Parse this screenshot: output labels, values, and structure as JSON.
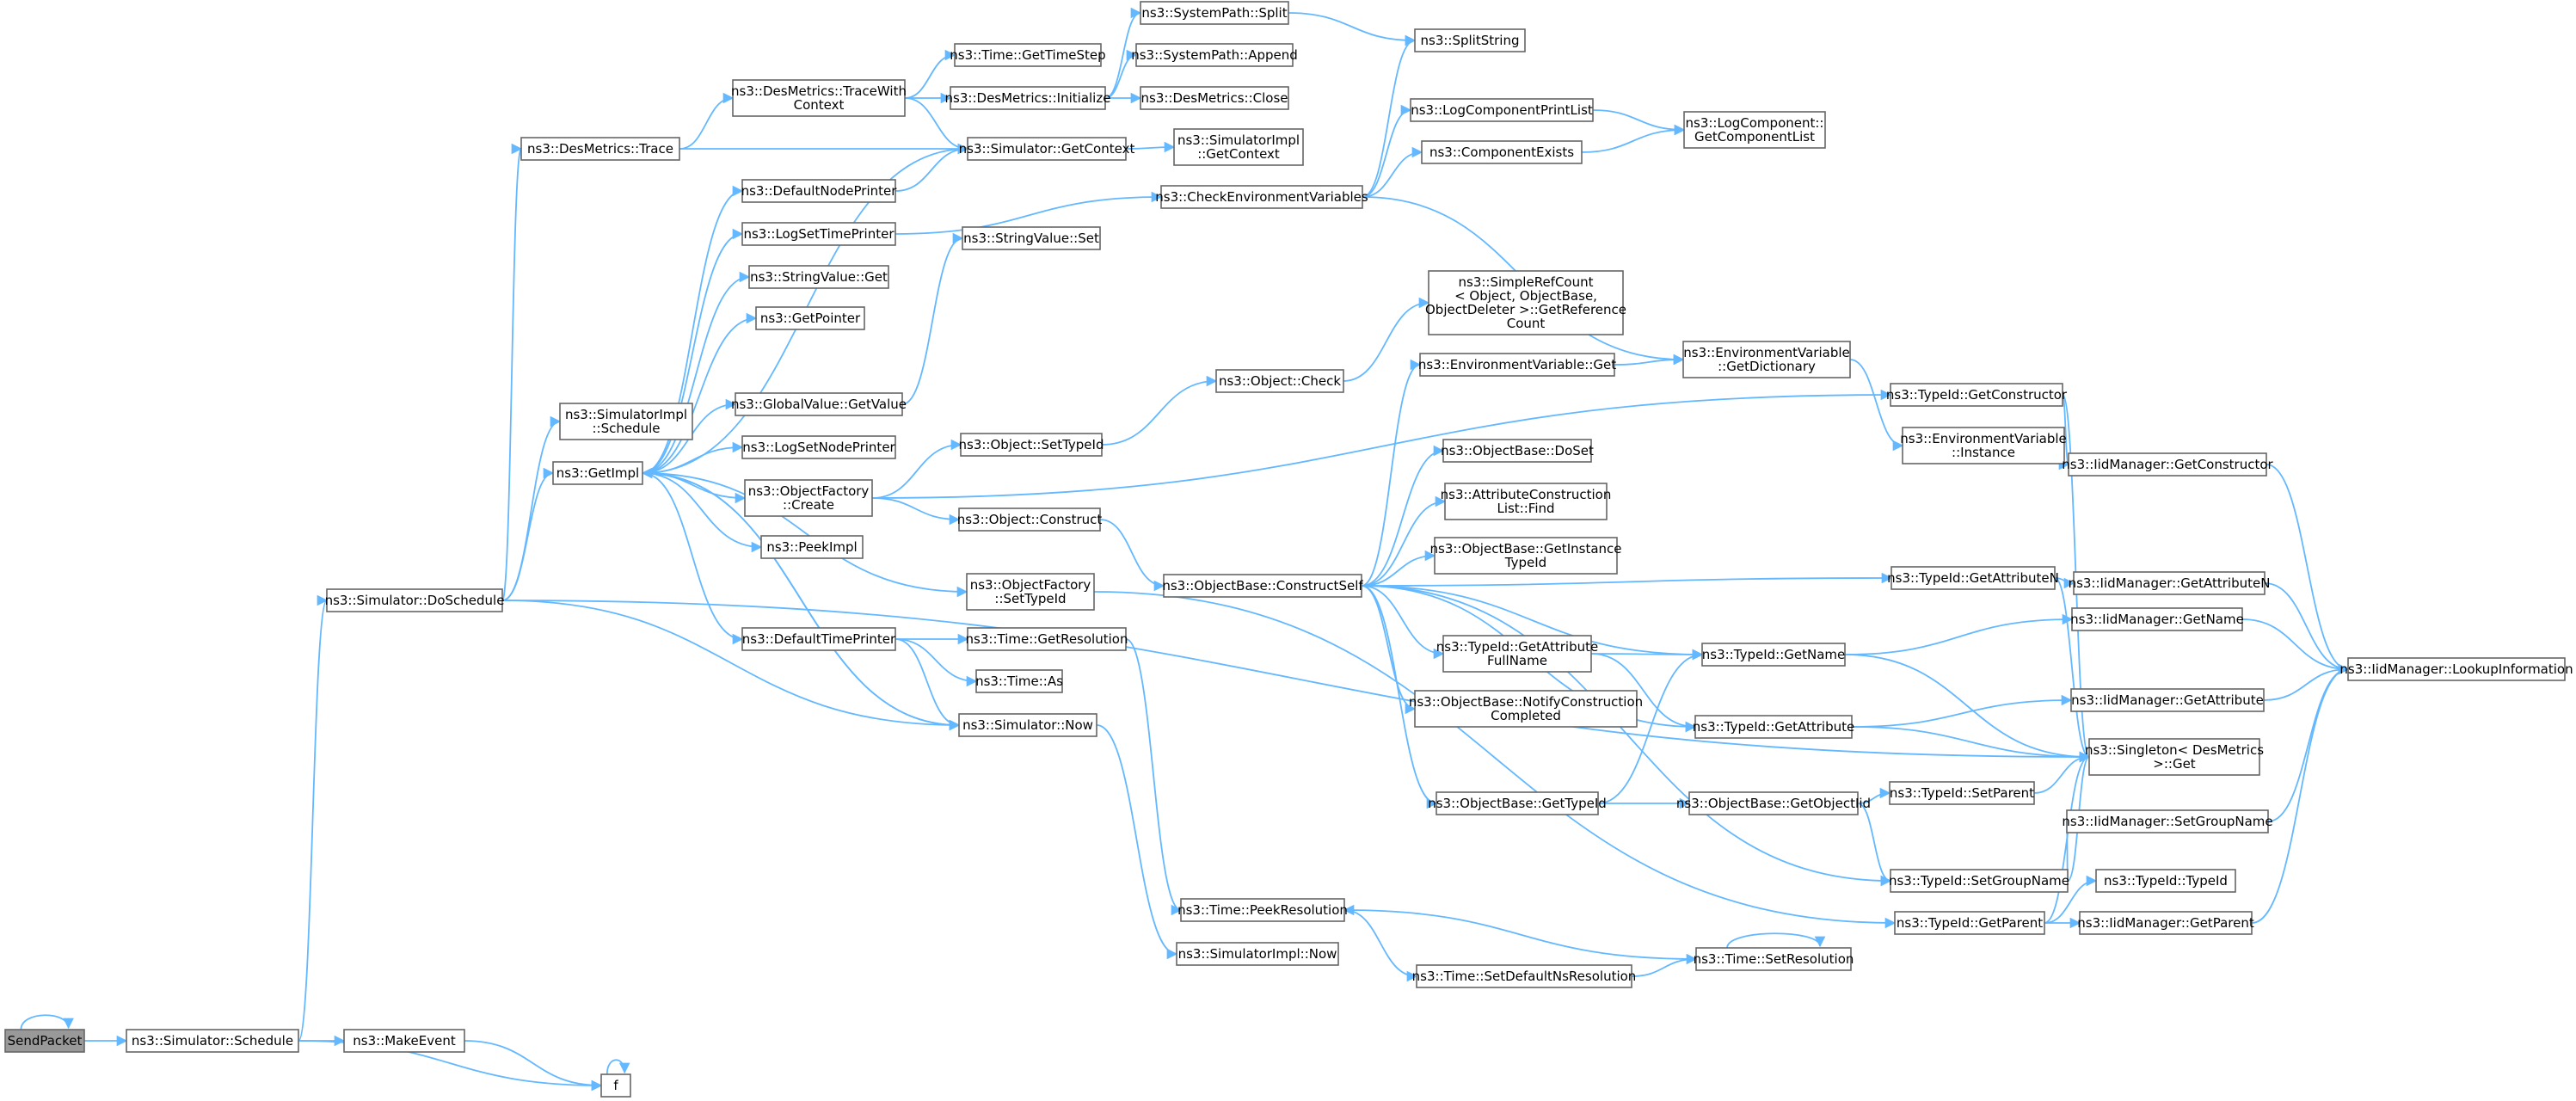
{
  "colors": {
    "edge": "#63b8ff",
    "node_fill": "#ffffff",
    "node_border": "#666666",
    "root_fill": "#999999",
    "root_border": "#666666",
    "highlight_border": "#ff0000"
  },
  "nodes": [
    {
      "id": "sendpacket",
      "lines": [
        "SendPacket"
      ],
      "style": "root"
    },
    {
      "id": "sim_schedule",
      "lines": [
        "ns3::Simulator::Schedule"
      ]
    },
    {
      "id": "makeevent",
      "lines": [
        "ns3::MakeEvent"
      ]
    },
    {
      "id": "f",
      "lines": [
        "f"
      ]
    },
    {
      "id": "sim_doschedule",
      "lines": [
        "ns3::Simulator::DoSchedule"
      ]
    },
    {
      "id": "desmetrics_trace",
      "lines": [
        "ns3::DesMetrics::Trace"
      ]
    },
    {
      "id": "simimpl_schedule",
      "lines": [
        "ns3::SimulatorImpl",
        "::Schedule"
      ]
    },
    {
      "id": "getimpl",
      "lines": [
        "ns3::GetImpl"
      ]
    },
    {
      "id": "desmetrics_tracewith",
      "lines": [
        "ns3::DesMetrics::TraceWith",
        "Context"
      ]
    },
    {
      "id": "defaultnodeprinter",
      "lines": [
        "ns3::DefaultNodePrinter"
      ]
    },
    {
      "id": "logsettimeprinter",
      "lines": [
        "ns3::LogSetTimePrinter"
      ]
    },
    {
      "id": "stringvalue_get",
      "lines": [
        "ns3::StringValue::Get"
      ]
    },
    {
      "id": "getpointer",
      "lines": [
        "ns3::GetPointer"
      ]
    },
    {
      "id": "globalvalue_getvalue",
      "lines": [
        "ns3::GlobalValue::GetValue"
      ]
    },
    {
      "id": "logsetnodeprinter",
      "lines": [
        "ns3::LogSetNodePrinter"
      ]
    },
    {
      "id": "objectfactory_create",
      "lines": [
        "ns3::ObjectFactory",
        "::Create"
      ]
    },
    {
      "id": "peekimpl",
      "lines": [
        "ns3::PeekImpl"
      ]
    },
    {
      "id": "defaulttimeprinter",
      "lines": [
        "ns3::DefaultTimePrinter"
      ]
    },
    {
      "id": "time_gettimestep",
      "lines": [
        "ns3::Time::GetTimeStep"
      ]
    },
    {
      "id": "desmetrics_initialize",
      "lines": [
        "ns3::DesMetrics::Initialize"
      ]
    },
    {
      "id": "sim_getcontext",
      "lines": [
        "ns3::Simulator::GetContext"
      ]
    },
    {
      "id": "stringvalue_set",
      "lines": [
        "ns3::StringValue::Set"
      ]
    },
    {
      "id": "object_settypeid",
      "lines": [
        "ns3::Object::SetTypeId"
      ]
    },
    {
      "id": "object_construct",
      "lines": [
        "ns3::Object::Construct"
      ]
    },
    {
      "id": "objectfactory_settypeid",
      "lines": [
        "ns3::ObjectFactory",
        "::SetTypeId"
      ]
    },
    {
      "id": "time_getresolution",
      "lines": [
        "ns3::Time::GetResolution"
      ]
    },
    {
      "id": "time_as",
      "lines": [
        "ns3::Time::As"
      ]
    },
    {
      "id": "sim_now",
      "lines": [
        "ns3::Simulator::Now"
      ]
    },
    {
      "id": "systempath_split",
      "lines": [
        "ns3::SystemPath::Split"
      ]
    },
    {
      "id": "systempath_append",
      "lines": [
        "ns3::SystemPath::Append"
      ]
    },
    {
      "id": "desmetrics_close",
      "lines": [
        "ns3::DesMetrics::Close"
      ]
    },
    {
      "id": "simimpl_getcontext",
      "lines": [
        "ns3::SimulatorImpl",
        "::GetContext"
      ]
    },
    {
      "id": "checkenv",
      "lines": [
        "ns3::CheckEnvironmentVariables"
      ]
    },
    {
      "id": "object_check",
      "lines": [
        "ns3::Object::Check"
      ]
    },
    {
      "id": "objectbase_constructself",
      "lines": [
        "ns3::ObjectBase::ConstructSelf"
      ]
    },
    {
      "id": "time_peekresolution",
      "lines": [
        "ns3::Time::PeekResolution"
      ]
    },
    {
      "id": "simimpl_now",
      "lines": [
        "ns3::SimulatorImpl::Now"
      ]
    },
    {
      "id": "splitstring",
      "lines": [
        "ns3::SplitString"
      ]
    },
    {
      "id": "logcomponentprintlist",
      "lines": [
        "ns3::LogComponentPrintList"
      ]
    },
    {
      "id": "componentexists",
      "lines": [
        "ns3::ComponentExists"
      ]
    },
    {
      "id": "simplerefcount",
      "lines": [
        "ns3::SimpleRefCount",
        "< Object, ObjectBase,",
        "ObjectDeleter >::GetReference",
        "Count"
      ]
    },
    {
      "id": "envvar_get",
      "lines": [
        "ns3::EnvironmentVariable::Get"
      ]
    },
    {
      "id": "objectbase_doset",
      "lines": [
        "ns3::ObjectBase::DoSet"
      ]
    },
    {
      "id": "attrconstruction_find",
      "lines": [
        "ns3::AttributeConstruction",
        "List::Find"
      ]
    },
    {
      "id": "objectbase_getinstancetypeid",
      "lines": [
        "ns3::ObjectBase::GetInstance",
        "TypeId"
      ]
    },
    {
      "id": "typeid_getattributefullname",
      "lines": [
        "ns3::TypeId::GetAttribute",
        "FullName"
      ]
    },
    {
      "id": "objectbase_notifyconstruction",
      "lines": [
        "ns3::ObjectBase::NotifyConstruction",
        "Completed"
      ]
    },
    {
      "id": "objectbase_gettypeid",
      "lines": [
        "ns3::ObjectBase::GetTypeId"
      ]
    },
    {
      "id": "time_setdefaultnsres",
      "lines": [
        "ns3::Time::SetDefaultNsResolution"
      ]
    },
    {
      "id": "logcomponent_getcomponentlist",
      "lines": [
        "ns3::LogComponent::",
        "GetComponentList"
      ]
    },
    {
      "id": "envvar_getdictionary",
      "lines": [
        "ns3::EnvironmentVariable",
        "::GetDictionary"
      ]
    },
    {
      "id": "typeid_getname",
      "lines": [
        "ns3::TypeId::GetName"
      ]
    },
    {
      "id": "typeid_getattribute",
      "lines": [
        "ns3::TypeId::GetAttribute"
      ]
    },
    {
      "id": "objectbase_getobjectiid",
      "lines": [
        "ns3::ObjectBase::GetObjectIid"
      ]
    },
    {
      "id": "time_setresolution",
      "lines": [
        "ns3::Time::SetResolution"
      ]
    },
    {
      "id": "typeid_getconstructor",
      "lines": [
        "ns3::TypeId::GetConstructor"
      ]
    },
    {
      "id": "envvar_instance",
      "lines": [
        "ns3::EnvironmentVariable",
        "::Instance"
      ]
    },
    {
      "id": "typeid_getattributen",
      "lines": [
        "ns3::TypeId::GetAttributeN"
      ]
    },
    {
      "id": "typeid_setparent",
      "lines": [
        "ns3::TypeId::SetParent"
      ],
      "style": "highlight"
    },
    {
      "id": "typeid_setgroupname",
      "lines": [
        "ns3::TypeId::SetGroupName"
      ]
    },
    {
      "id": "typeid_getparent",
      "lines": [
        "ns3::TypeId::GetParent"
      ]
    },
    {
      "id": "iid_getconstructor",
      "lines": [
        "ns3::IidManager::GetConstructor"
      ]
    },
    {
      "id": "iid_getattributen",
      "lines": [
        "ns3::IidManager::GetAttributeN"
      ]
    },
    {
      "id": "iid_getname",
      "lines": [
        "ns3::IidManager::GetName"
      ]
    },
    {
      "id": "iid_getattribute",
      "lines": [
        "ns3::IidManager::GetAttribute"
      ]
    },
    {
      "id": "singleton_get",
      "lines": [
        "ns3::Singleton< DesMetrics",
        "  >::Get"
      ]
    },
    {
      "id": "iid_setgroupname",
      "lines": [
        "ns3::IidManager::SetGroupName"
      ]
    },
    {
      "id": "typeid_typeid",
      "lines": [
        "ns3::TypeId::TypeId"
      ]
    },
    {
      "id": "iid_getparent",
      "lines": [
        "ns3::IidManager::GetParent"
      ]
    },
    {
      "id": "iid_lookupinformation",
      "lines": [
        "ns3::IidManager::LookupInformation"
      ]
    }
  ],
  "edges": [
    [
      "sendpacket",
      "sendpacket"
    ],
    [
      "sendpacket",
      "sim_schedule"
    ],
    [
      "sim_schedule",
      "makeevent"
    ],
    [
      "sim_schedule",
      "f"
    ],
    [
      "sim_schedule",
      "sim_doschedule"
    ],
    [
      "makeevent",
      "f"
    ],
    [
      "f",
      "f"
    ],
    [
      "sim_doschedule",
      "desmetrics_trace"
    ],
    [
      "sim_doschedule",
      "simimpl_schedule"
    ],
    [
      "sim_doschedule",
      "getimpl"
    ],
    [
      "sim_doschedule",
      "sim_now"
    ],
    [
      "sim_doschedule",
      "singleton_get"
    ],
    [
      "desmetrics_trace",
      "desmetrics_tracewith"
    ],
    [
      "desmetrics_trace",
      "sim_getcontext"
    ],
    [
      "desmetrics_tracewith",
      "time_gettimestep"
    ],
    [
      "desmetrics_tracewith",
      "desmetrics_initialize"
    ],
    [
      "desmetrics_tracewith",
      "sim_getcontext"
    ],
    [
      "desmetrics_initialize",
      "systempath_split"
    ],
    [
      "desmetrics_initialize",
      "systempath_append"
    ],
    [
      "desmetrics_initialize",
      "desmetrics_close"
    ],
    [
      "systempath_split",
      "splitstring"
    ],
    [
      "sim_getcontext",
      "simimpl_getcontext"
    ],
    [
      "sim_getcontext",
      "getimpl"
    ],
    [
      "getimpl",
      "defaultnodeprinter"
    ],
    [
      "getimpl",
      "logsettimeprinter"
    ],
    [
      "getimpl",
      "stringvalue_get"
    ],
    [
      "getimpl",
      "getpointer"
    ],
    [
      "getimpl",
      "globalvalue_getvalue"
    ],
    [
      "getimpl",
      "logsetnodeprinter"
    ],
    [
      "getimpl",
      "objectfactory_create"
    ],
    [
      "getimpl",
      "peekimpl"
    ],
    [
      "getimpl",
      "objectfactory_settypeid"
    ],
    [
      "getimpl",
      "defaulttimeprinter"
    ],
    [
      "getimpl",
      "sim_now"
    ],
    [
      "defaultnodeprinter",
      "sim_getcontext"
    ],
    [
      "logsettimeprinter",
      "checkenv"
    ],
    [
      "globalvalue_getvalue",
      "stringvalue_set"
    ],
    [
      "defaulttimeprinter",
      "time_getresolution"
    ],
    [
      "defaulttimeprinter",
      "time_as"
    ],
    [
      "defaulttimeprinter",
      "sim_now"
    ],
    [
      "objectfactory_create",
      "object_settypeid"
    ],
    [
      "objectfactory_create",
      "object_construct"
    ],
    [
      "objectfactory_create",
      "typeid_getconstructor"
    ],
    [
      "object_settypeid",
      "object_check"
    ],
    [
      "object_construct",
      "objectbase_constructself"
    ],
    [
      "object_check",
      "simplerefcount"
    ],
    [
      "objectfactory_settypeid",
      "typeid_getparent"
    ],
    [
      "time_getresolution",
      "time_peekresolution"
    ],
    [
      "sim_now",
      "simimpl_now"
    ],
    [
      "sim_now",
      "getimpl"
    ],
    [
      "checkenv",
      "splitstring"
    ],
    [
      "checkenv",
      "logcomponentprintlist"
    ],
    [
      "checkenv",
      "componentexists"
    ],
    [
      "checkenv",
      "envvar_getdictionary"
    ],
    [
      "logcomponentprintlist",
      "logcomponent_getcomponentlist"
    ],
    [
      "componentexists",
      "logcomponent_getcomponentlist"
    ],
    [
      "objectbase_constructself",
      "envvar_get"
    ],
    [
      "objectbase_constructself",
      "objectbase_doset"
    ],
    [
      "objectbase_constructself",
      "attrconstruction_find"
    ],
    [
      "objectbase_constructself",
      "objectbase_getinstancetypeid"
    ],
    [
      "objectbase_constructself",
      "typeid_getattributefullname"
    ],
    [
      "objectbase_constructself",
      "objectbase_notifyconstruction"
    ],
    [
      "objectbase_constructself",
      "objectbase_gettypeid"
    ],
    [
      "objectbase_constructself",
      "typeid_getname"
    ],
    [
      "objectbase_constructself",
      "typeid_getattribute"
    ],
    [
      "objectbase_constructself",
      "typeid_getattributen"
    ],
    [
      "objectbase_constructself",
      "typeid_setgroupname"
    ],
    [
      "envvar_get",
      "envvar_getdictionary"
    ],
    [
      "envvar_getdictionary",
      "envvar_instance"
    ],
    [
      "typeid_getattributefullname",
      "typeid_getname"
    ],
    [
      "typeid_getattributefullname",
      "typeid_getattribute"
    ],
    [
      "objectbase_gettypeid",
      "objectbase_getobjectiid"
    ],
    [
      "objectbase_gettypeid",
      "typeid_getname"
    ],
    [
      "objectbase_getobjectiid",
      "typeid_setparent"
    ],
    [
      "objectbase_getobjectiid",
      "typeid_setgroupname"
    ],
    [
      "time_peekresolution",
      "time_setdefaultnsres"
    ],
    [
      "time_setdefaultnsres",
      "time_setresolution"
    ],
    [
      "time_setresolution",
      "time_setresolution"
    ],
    [
      "time_setresolution",
      "time_peekresolution"
    ],
    [
      "typeid_getconstructor",
      "iid_getconstructor"
    ],
    [
      "typeid_getconstructor",
      "singleton_get"
    ],
    [
      "typeid_getattributen",
      "iid_getattributen"
    ],
    [
      "typeid_getattributen",
      "singleton_get"
    ],
    [
      "typeid_getname",
      "iid_getname"
    ],
    [
      "typeid_getname",
      "singleton_get"
    ],
    [
      "typeid_getattribute",
      "iid_getattribute"
    ],
    [
      "typeid_getattribute",
      "singleton_get"
    ],
    [
      "typeid_setparent",
      "singleton_get"
    ],
    [
      "typeid_setgroupname",
      "iid_setgroupname"
    ],
    [
      "typeid_setgroupname",
      "singleton_get"
    ],
    [
      "typeid_getparent",
      "typeid_typeid"
    ],
    [
      "typeid_getparent",
      "iid_getparent"
    ],
    [
      "typeid_getparent",
      "singleton_get"
    ],
    [
      "iid_getconstructor",
      "iid_lookupinformation"
    ],
    [
      "iid_getattributen",
      "iid_lookupinformation"
    ],
    [
      "iid_getname",
      "iid_lookupinformation"
    ],
    [
      "iid_getattribute",
      "iid_lookupinformation"
    ],
    [
      "iid_setgroupname",
      "iid_lookupinformation"
    ],
    [
      "iid_getparent",
      "iid_lookupinformation"
    ]
  ]
}
